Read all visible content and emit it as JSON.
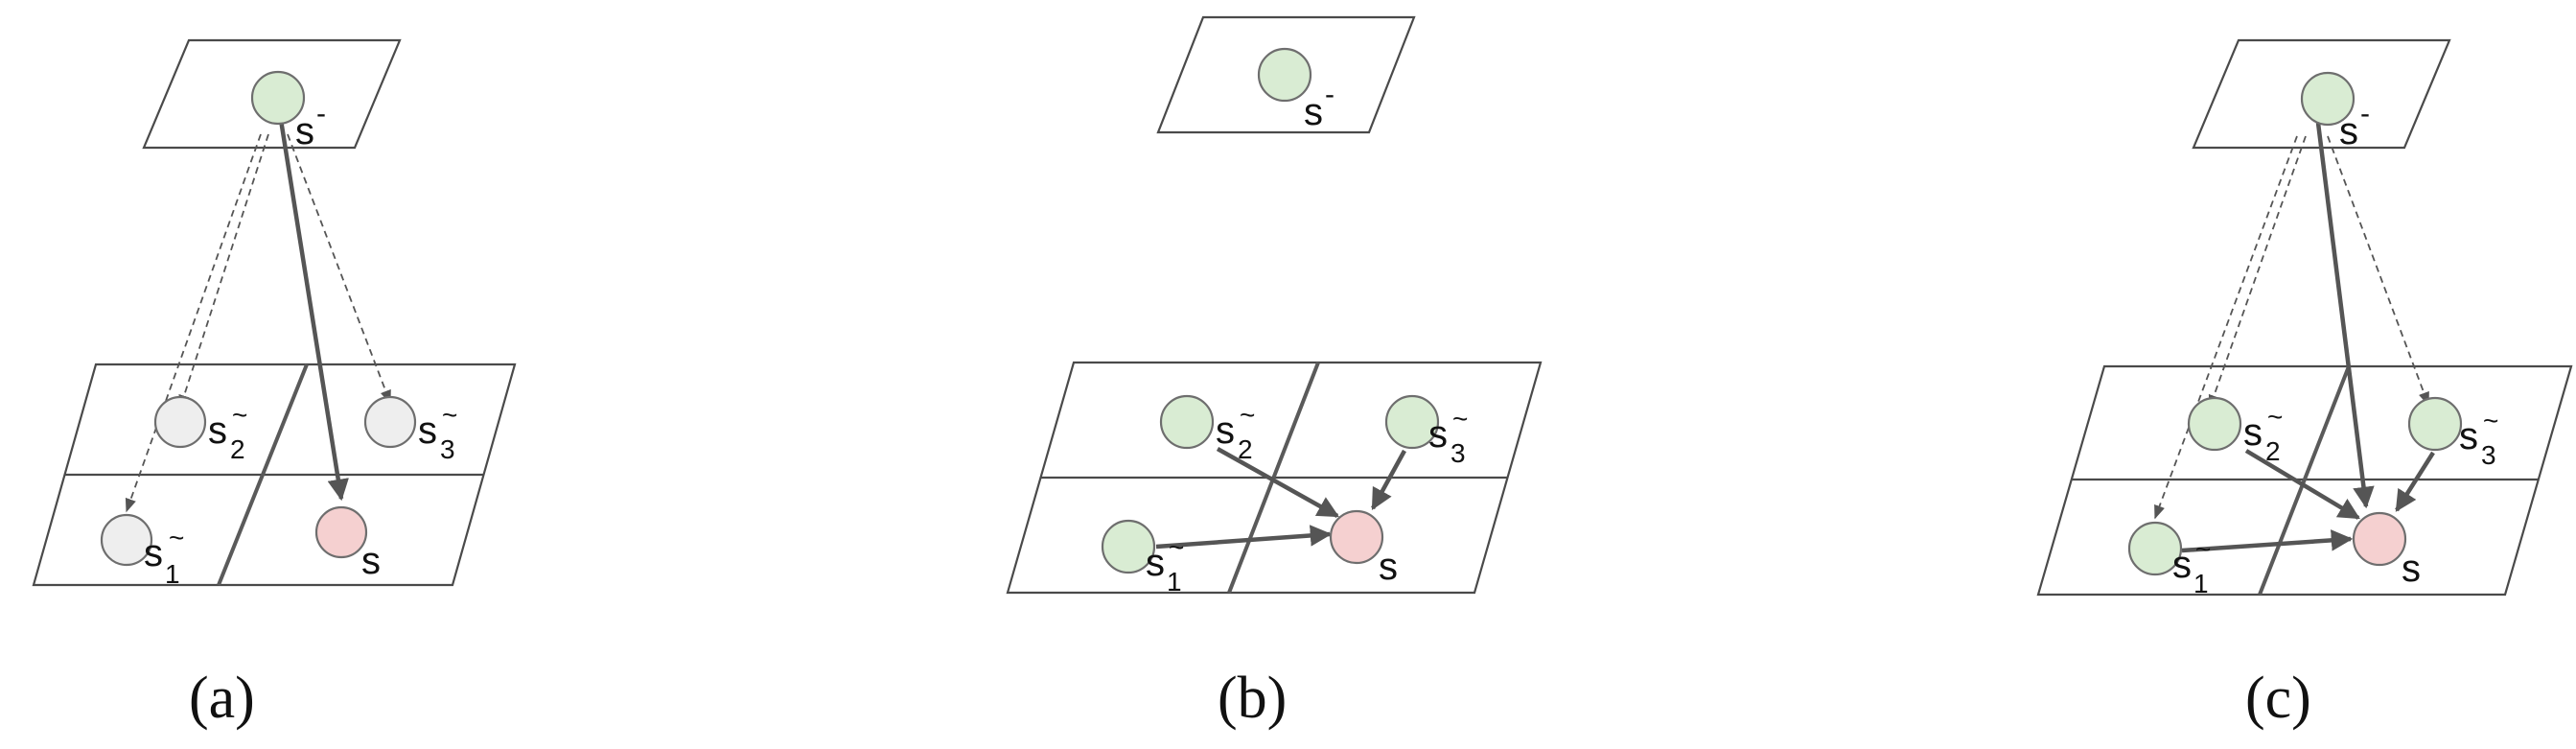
{
  "panels": [
    {
      "id": "a",
      "caption": "(a)",
      "top_label": "s",
      "top_sup": "-",
      "nodes": [
        {
          "id": "s2",
          "base": "s",
          "sub": "2",
          "accent": "~",
          "fill": "#eeeeee"
        },
        {
          "id": "s3",
          "base": "s",
          "sub": "3",
          "accent": "~",
          "fill": "#eeeeee"
        },
        {
          "id": "s1",
          "base": "s",
          "sub": "1",
          "accent": "~",
          "fill": "#eeeeee"
        },
        {
          "id": "s",
          "base": "s",
          "sub": "",
          "accent": "",
          "fill": "#f5d0d0"
        }
      ],
      "top_fill": "#d9ecd3"
    },
    {
      "id": "b",
      "caption": "(b)",
      "top_label": "s",
      "top_sup": "-",
      "nodes": [
        {
          "id": "s2",
          "base": "s",
          "sub": "2",
          "accent": "~",
          "fill": "#d9ecd3"
        },
        {
          "id": "s3",
          "base": "s",
          "sub": "3",
          "accent": "~",
          "fill": "#d9ecd3"
        },
        {
          "id": "s1",
          "base": "s",
          "sub": "1",
          "accent": "~",
          "fill": "#d9ecd3"
        },
        {
          "id": "s",
          "base": "s",
          "sub": "",
          "accent": "",
          "fill": "#f5d0d0"
        }
      ],
      "top_fill": "#d9ecd3"
    },
    {
      "id": "c",
      "caption": "(c)",
      "top_label": "s",
      "top_sup": "-",
      "nodes": [
        {
          "id": "s2",
          "base": "s",
          "sub": "2",
          "accent": "~",
          "fill": "#d9ecd3"
        },
        {
          "id": "s3",
          "base": "s",
          "sub": "3",
          "accent": "~",
          "fill": "#d9ecd3"
        },
        {
          "id": "s1",
          "base": "s",
          "sub": "1",
          "accent": "~",
          "fill": "#d9ecd3"
        },
        {
          "id": "s",
          "base": "s",
          "sub": "",
          "accent": "",
          "fill": "#f5d0d0"
        }
      ],
      "top_fill": "#d9ecd3"
    }
  ]
}
